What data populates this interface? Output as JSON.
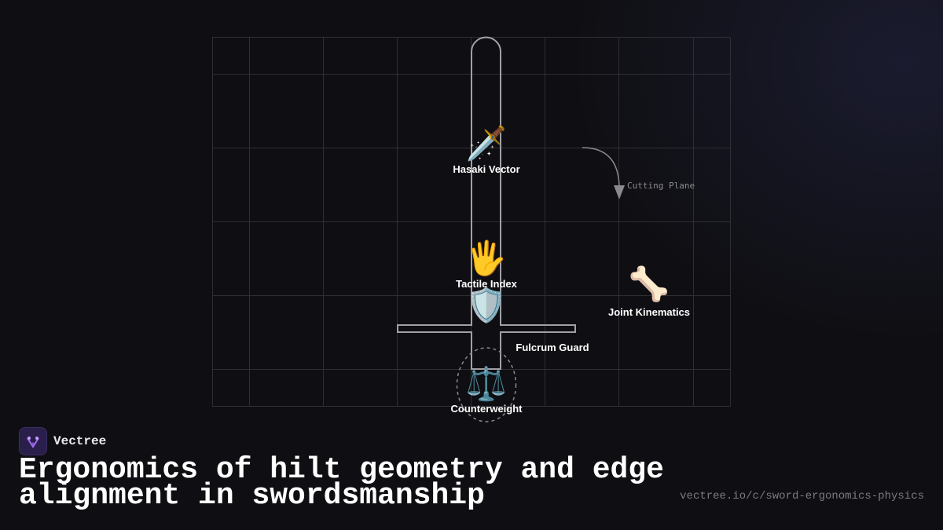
{
  "diagram": {
    "nodes": [
      {
        "id": "hasaki",
        "icon": "🗡️",
        "icon_name": "dagger-icon",
        "label": "Hasaki Vector"
      },
      {
        "id": "tactile",
        "icon": "🖐️",
        "icon_name": "hand-icon",
        "label": "Tactile Index"
      },
      {
        "id": "fulcrum",
        "icon": "🛡️",
        "icon_name": "shield-icon",
        "label": "Fulcrum Guard"
      },
      {
        "id": "joint",
        "icon": "🦴",
        "icon_name": "bone-icon",
        "label": "Joint Kinematics"
      },
      {
        "id": "counter",
        "icon": "⚖️",
        "icon_name": "scales-icon",
        "label": "Counterweight"
      }
    ],
    "annotation": "Cutting Plane",
    "colors": {
      "grid": "#2e2e33",
      "outline": "#a0a0a6",
      "arrow": "#8a8a8e"
    }
  },
  "brand": {
    "name": "Vectree"
  },
  "title": "Ergonomics of hilt geometry and edge alignment in swordsmanship",
  "url": "vectree.io/c/sword-ergonomics-physics"
}
